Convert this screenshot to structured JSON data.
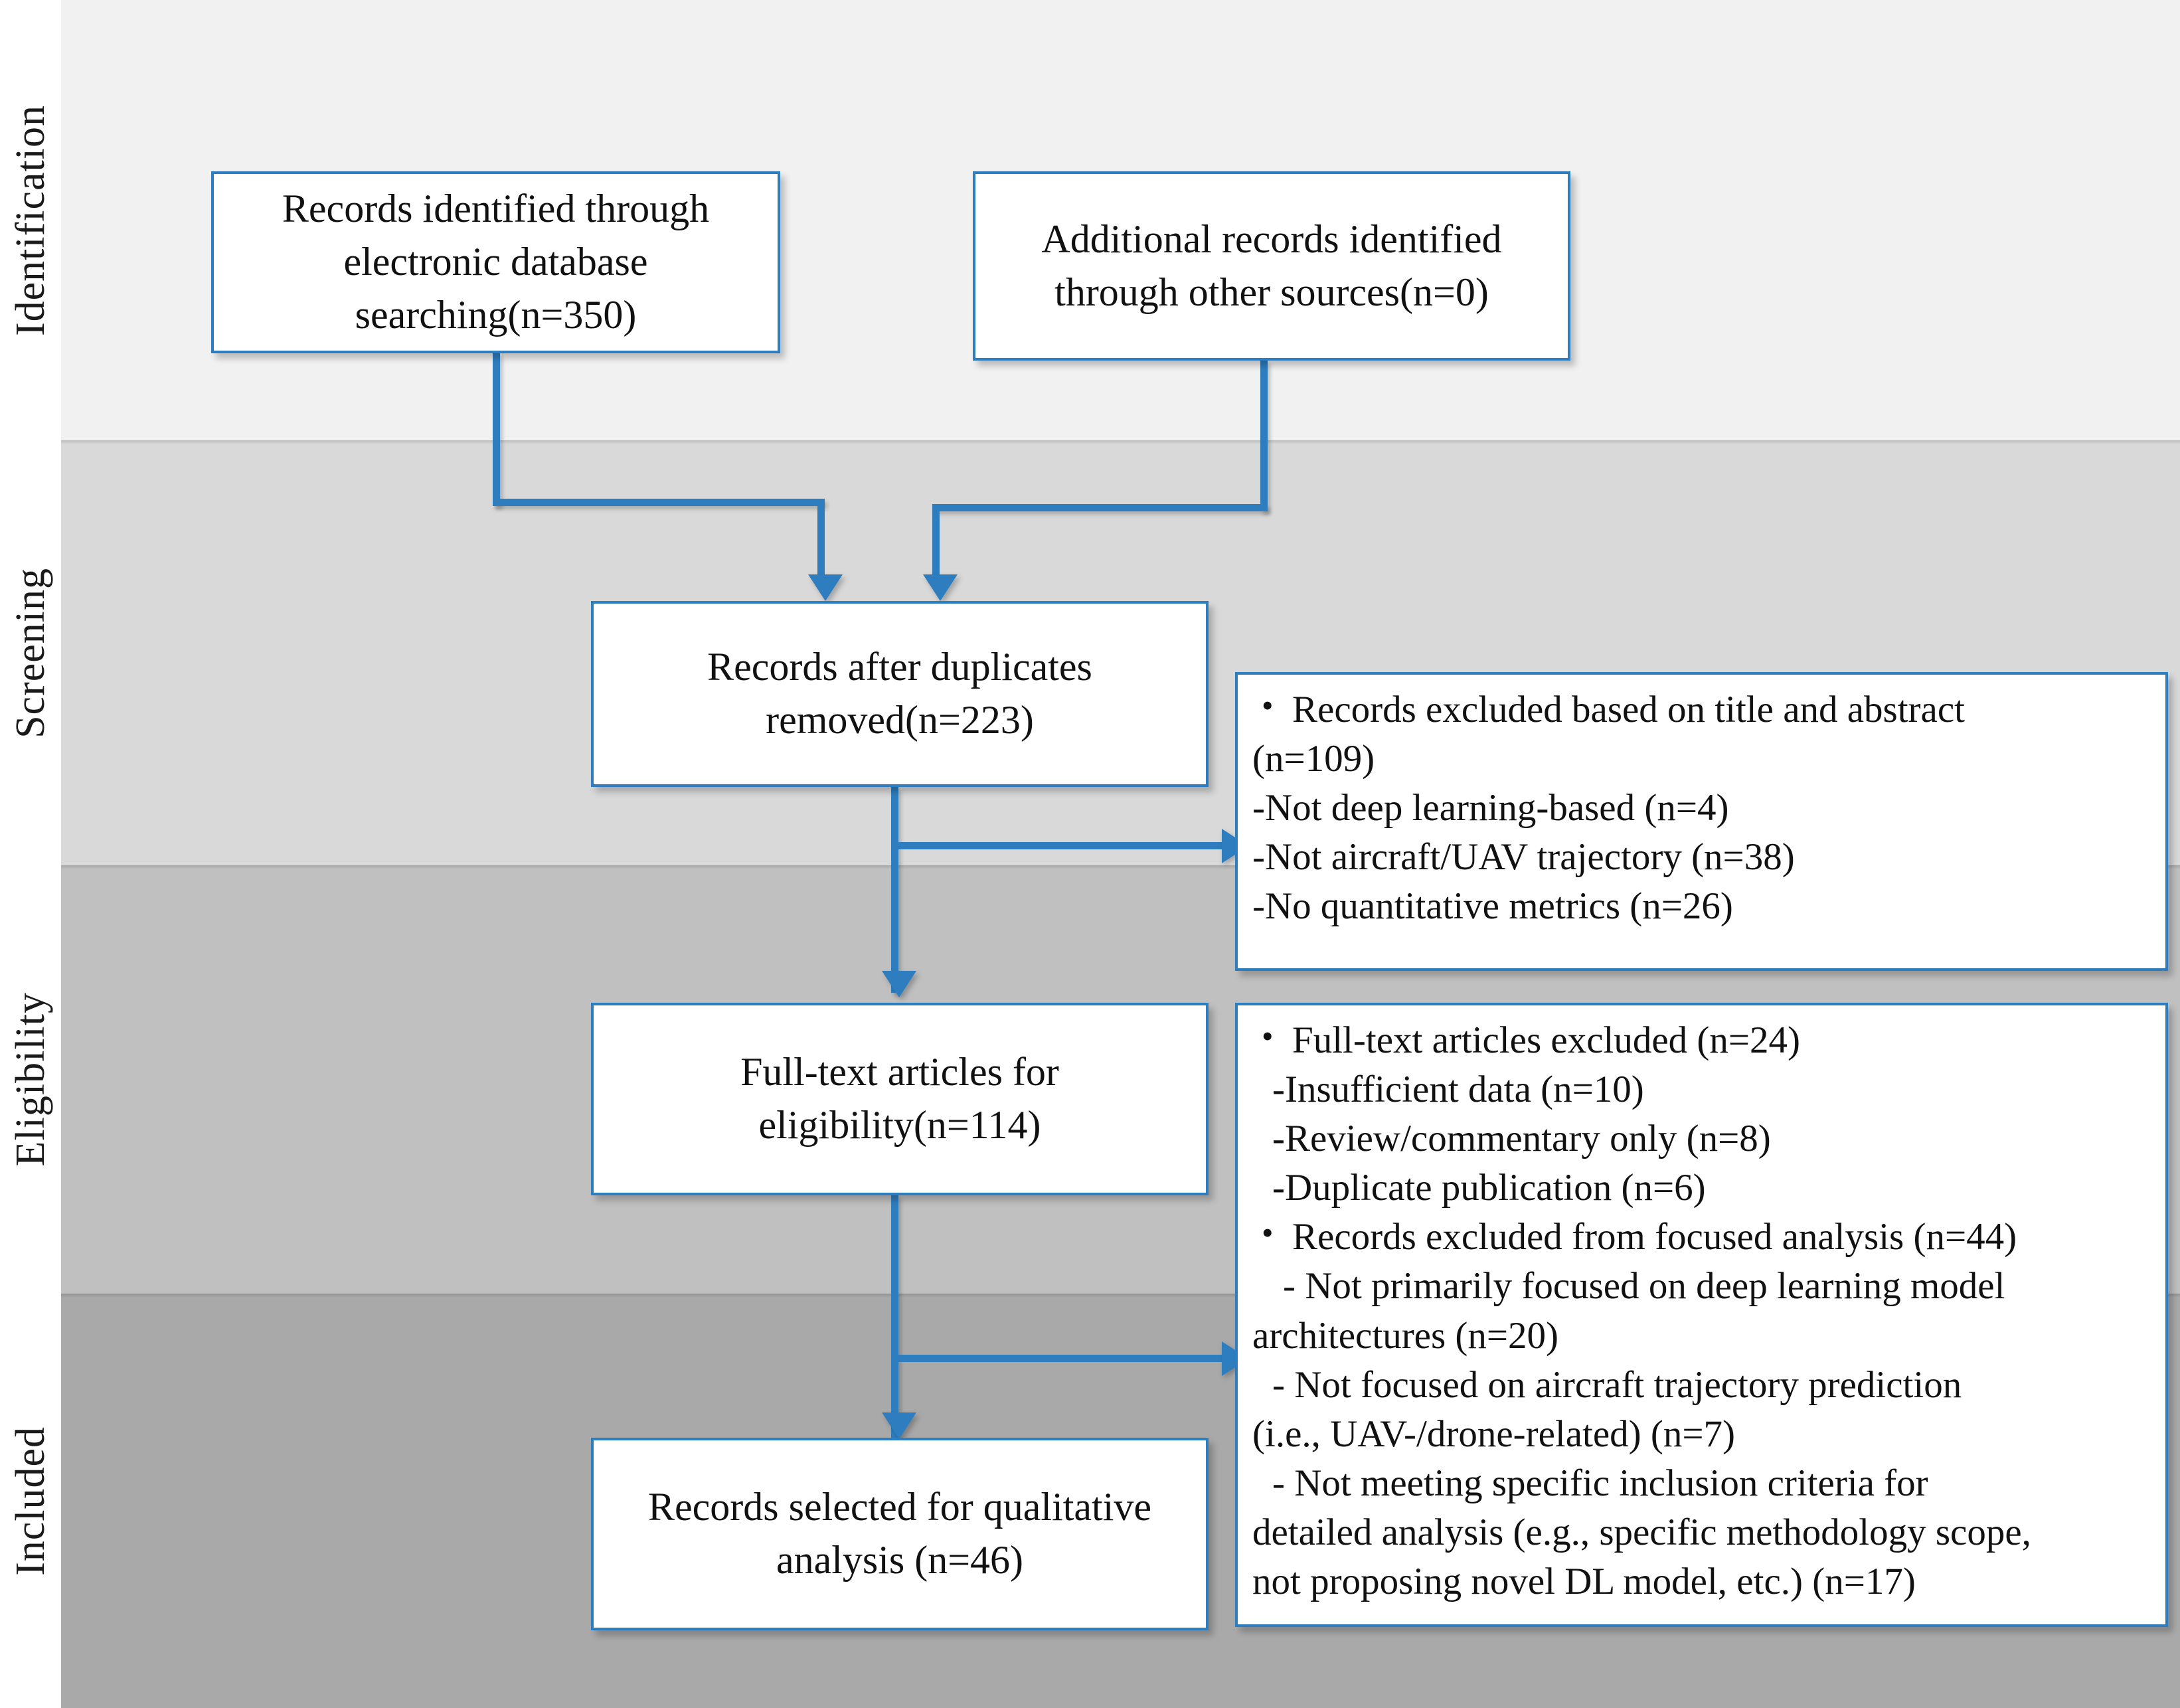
{
  "diagram": {
    "type": "prisma-flow-diagram",
    "accent_color": "#2e7ebf",
    "stages": [
      {
        "id": "identification",
        "label": "Identification",
        "band_color": "#f1f1f1"
      },
      {
        "id": "screening",
        "label": "Screening",
        "band_color": "#d9d9d9"
      },
      {
        "id": "eligibility",
        "label": "Eligibility",
        "band_color": "#c0c0c0"
      },
      {
        "id": "included",
        "label": "Included",
        "band_color": "#a9a9a9"
      }
    ],
    "nodes": {
      "records_db": {
        "lines": [
          "Records identified through",
          "electronic database",
          "searching(n=350)"
        ],
        "n": 350
      },
      "records_other": {
        "lines": [
          "Additional records identified",
          "through other sources(n=0)"
        ],
        "n": 0
      },
      "after_duplicates": {
        "lines": [
          "Records after duplicates",
          "removed(n=223)"
        ],
        "n": 223
      },
      "fulltext_eligibility": {
        "lines": [
          "Full-text articles for",
          "eligibility(n=114)"
        ],
        "n": 114
      },
      "selected_qualitative": {
        "lines": [
          "Records selected for qualitative",
          "analysis (n=46)"
        ],
        "n": 46
      },
      "excluded_screening": {
        "lines": [
          {
            "text": "Records excluded based on title and abstract",
            "style": "bullet"
          },
          {
            "text": "(n=109)",
            "style": "plain"
          },
          {
            "text": "-Not deep learning-based (n=4)",
            "style": "plain"
          },
          {
            "text": "-Not aircraft/UAV trajectory (n=38)",
            "style": "plain"
          },
          {
            "text": "-No quantitative metrics (n=26)",
            "style": "plain"
          }
        ]
      },
      "excluded_eligibility": {
        "lines": [
          {
            "text": "Full-text articles excluded (n=24)",
            "style": "bullet"
          },
          {
            "text": "-Insufficient data (n=10)",
            "style": "ind"
          },
          {
            "text": "-Review/commentary only (n=8)",
            "style": "ind"
          },
          {
            "text": "-Duplicate publication (n=6)",
            "style": "ind"
          },
          {
            "text": " Records excluded from focused analysis (n=44)",
            "style": "bullet"
          },
          {
            "text": "- Not primarily focused on deep learning model",
            "style": "ind2"
          },
          {
            "text": "architectures (n=20)",
            "style": "plain"
          },
          {
            "text": " -  Not focused on aircraft trajectory prediction",
            "style": "ind"
          },
          {
            "text": "(i.e., UAV-/drone-related) (n=7)",
            "style": "plain"
          },
          {
            "text": " - Not meeting specific inclusion criteria for",
            "style": "ind"
          },
          {
            "text": "detailed analysis (e.g., specific methodology scope,",
            "style": "plain"
          },
          {
            "text": "not proposing novel DL model, etc.) (n=17)",
            "style": "plain"
          }
        ]
      }
    }
  }
}
